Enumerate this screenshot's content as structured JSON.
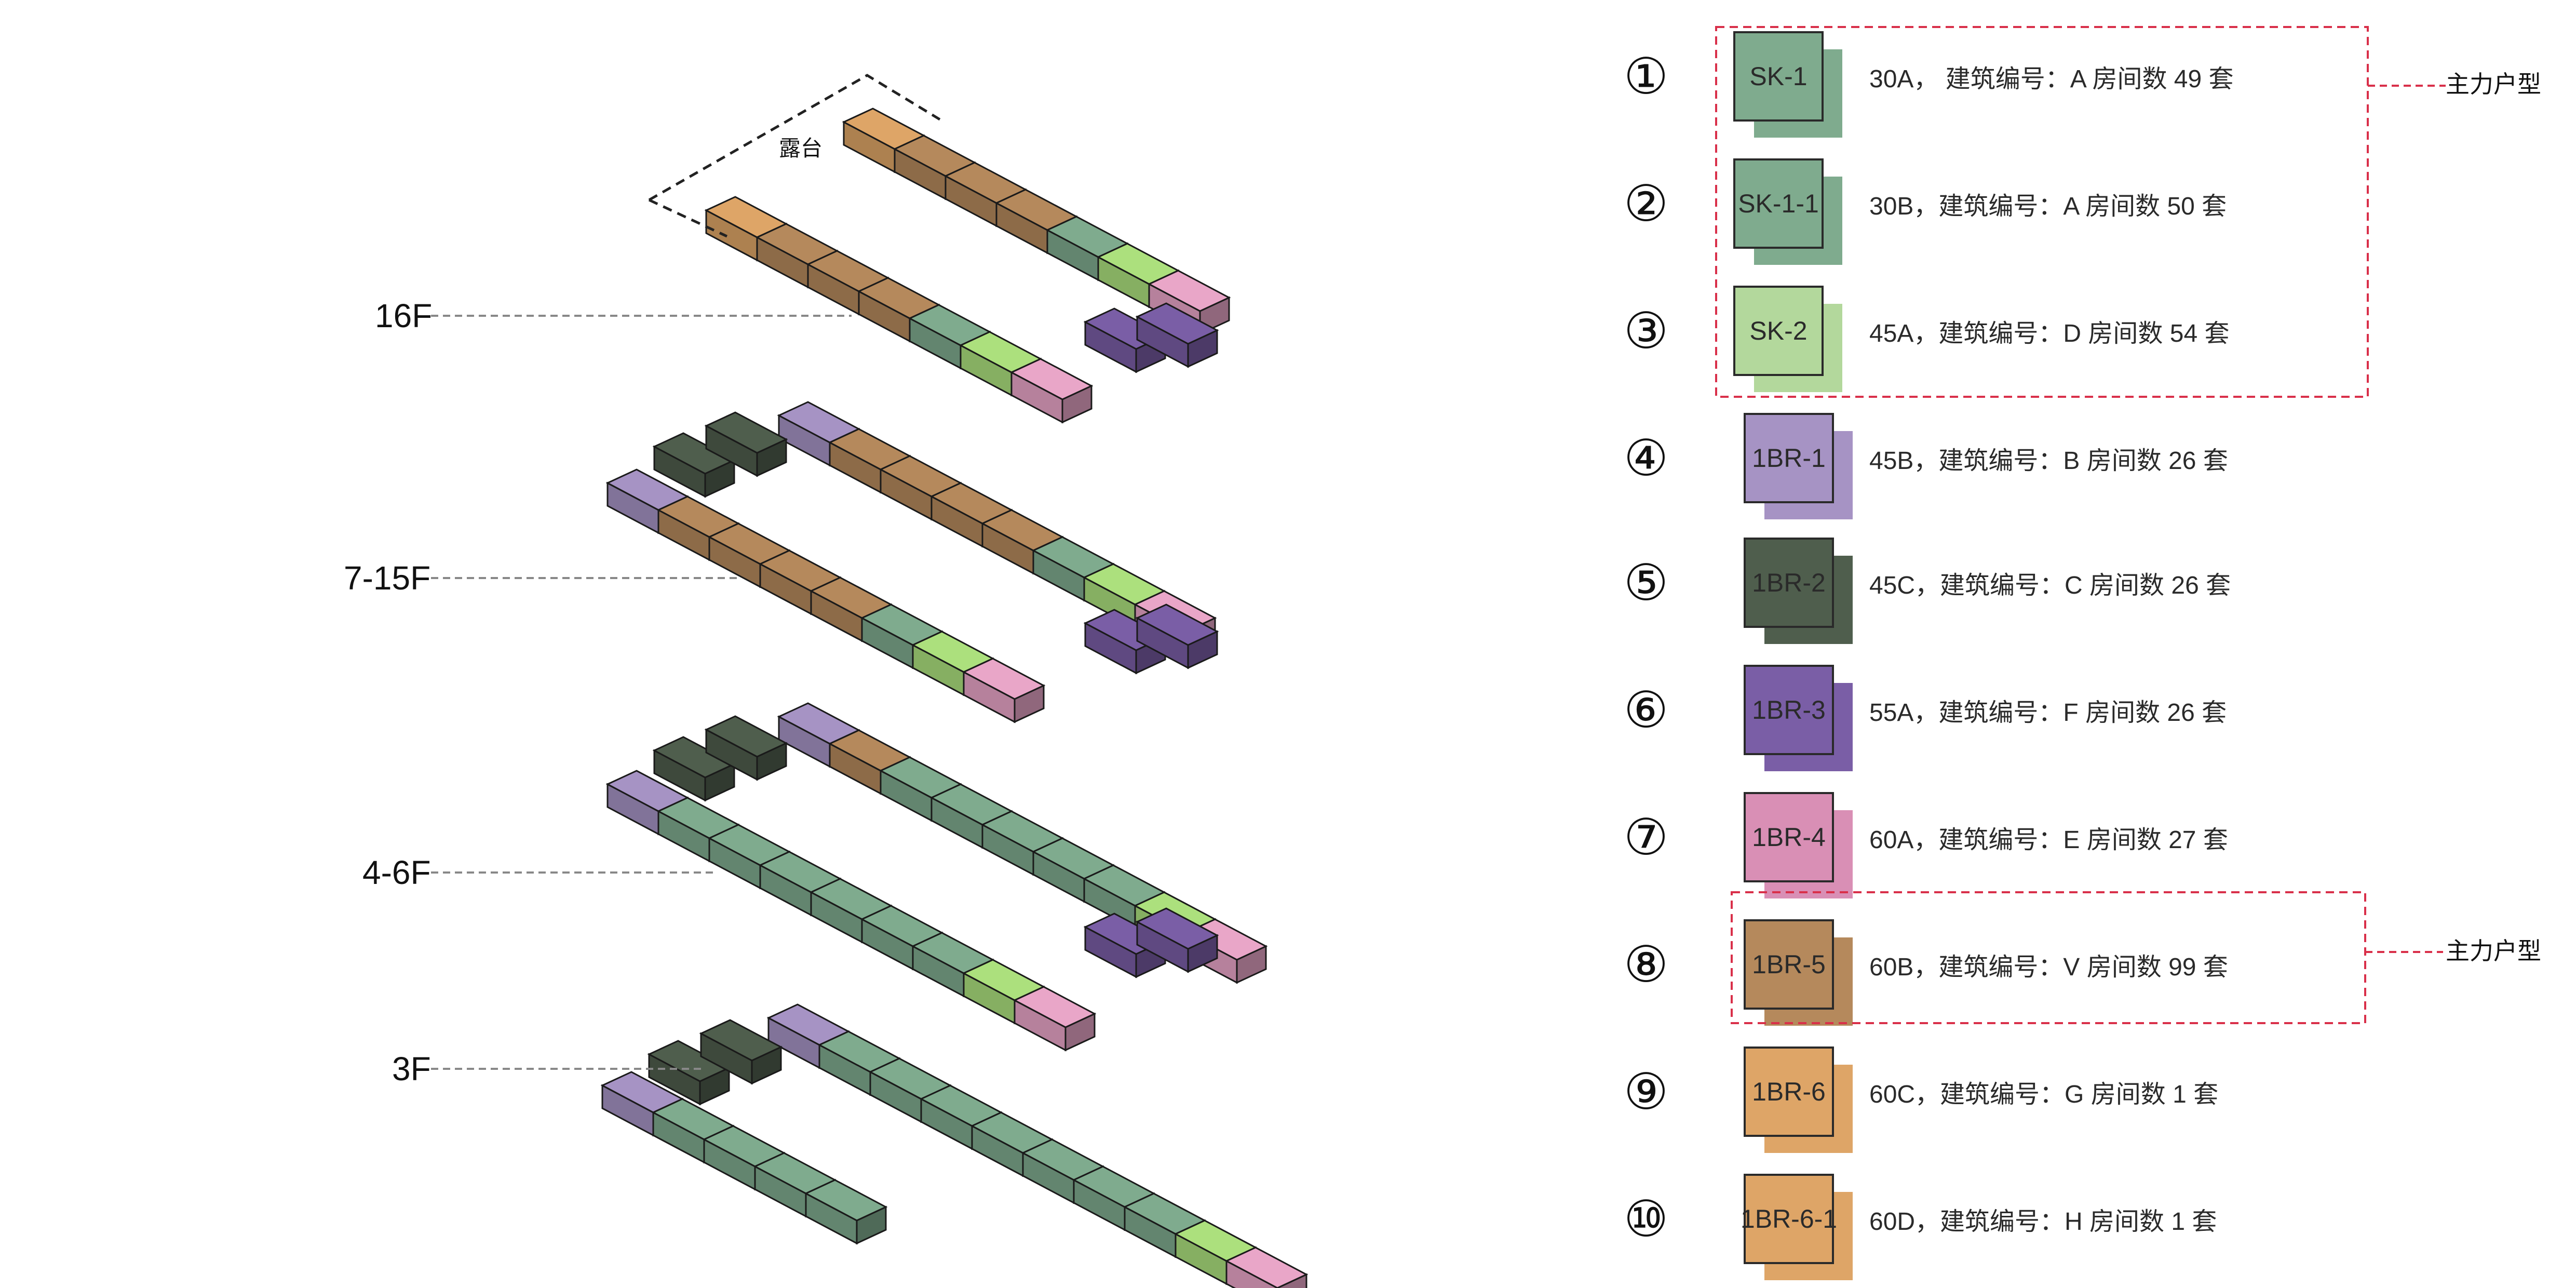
{
  "diagram": {
    "terrace_label": "露台",
    "floors": [
      {
        "label": "16F"
      },
      {
        "label": "7-15F"
      },
      {
        "label": "4-6F"
      },
      {
        "label": "3F"
      }
    ],
    "palette": {
      "SK-1": "#7fab8e",
      "SK-1-1": "#7fab8e",
      "SK-2": "#b3d89c",
      "1BR-1": "#a693c4",
      "1BR-2": "#4f5e4d",
      "1BR-3": "#7a5ea6",
      "1BR-4": "#d98fb5",
      "1BR-5": "#b5895c",
      "1BR-6": "#dea567",
      "1BR-6-1": "#dea567",
      "olive": "#a9c48a",
      "lime": "#ace07d",
      "pink": "#e9a6c8"
    }
  },
  "legend": {
    "items": [
      {
        "num": "①",
        "code": "SK-1",
        "text": "30A， 建筑编号：A   房间数 49 套",
        "color": "#7fab8e"
      },
      {
        "num": "②",
        "code": "SK-1-1",
        "text": "30B，建筑编号：A   房间数 50 套",
        "color": "#7fab8e"
      },
      {
        "num": "③",
        "code": "SK-2",
        "text": "45A，建筑编号：D   房间数 54 套",
        "color": "#b3d89c"
      },
      {
        "num": "④",
        "code": "1BR-1",
        "text": "45B，建筑编号：B   房间数 26 套",
        "color": "#a693c4"
      },
      {
        "num": "⑤",
        "code": "1BR-2",
        "text": "45C，建筑编号：C   房间数 26 套",
        "color": "#4f5e4d"
      },
      {
        "num": "⑥",
        "code": "1BR-3",
        "text": "55A，建筑编号：F   房间数 26 套",
        "color": "#7a5ea6"
      },
      {
        "num": "⑦",
        "code": "1BR-4",
        "text": "60A，建筑编号：E   房间数 27 套",
        "color": "#d98fb5"
      },
      {
        "num": "⑧",
        "code": "1BR-5",
        "text": "60B，建筑编号：V   房间数 99 套",
        "color": "#b5895c"
      },
      {
        "num": "⑨",
        "code": "1BR-6",
        "text": "60C，建筑编号：G   房间数 1 套",
        "color": "#dea567"
      },
      {
        "num": "⑩",
        "code": "1BR-6-1",
        "text": "60D，建筑编号：H   房间数 1 套",
        "color": "#dea567"
      }
    ],
    "main_type_label": "主力户型",
    "group_colors": {
      "dash": "#d9304a"
    }
  }
}
